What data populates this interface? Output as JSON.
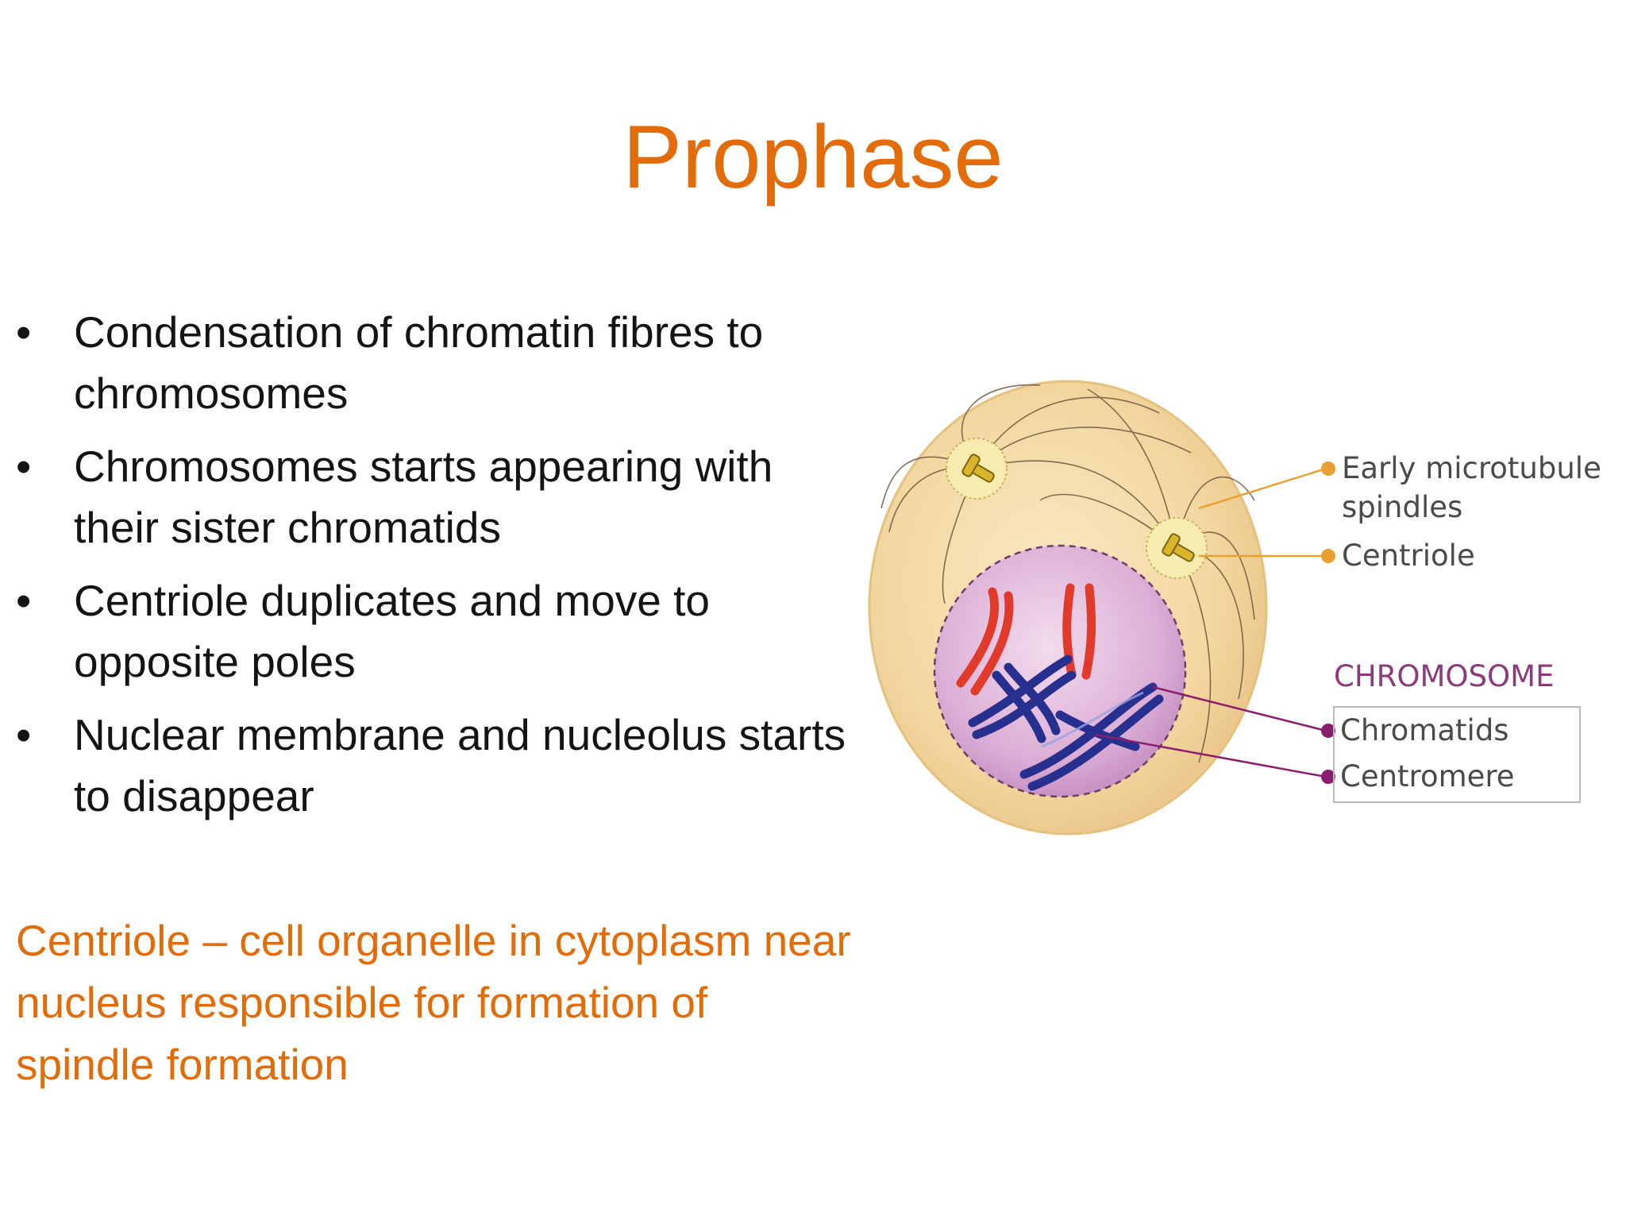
{
  "slide": {
    "title": "Prophase",
    "bullet_glyph": "•",
    "bullets": [
      {
        "text": "Condensation of chromatin fibres to chromosomes"
      },
      {
        "text": "Chromosomes starts appearing with their sister chromatids"
      },
      {
        "text": "Centriole duplicates and move to opposite poles"
      },
      {
        "text": "Nuclear membrane and nucleolus starts to disappear"
      }
    ],
    "note": "Centriole – cell organelle in cytoplasm near nucleus responsible for formation of spindle formation"
  },
  "figure": {
    "labels": {
      "spindles_line1": "Early microtubule",
      "spindles_line2": "spindles",
      "centriole": "Centriole",
      "chromosome_heading": "CHROMOSOME",
      "chromatids": "Chromatids",
      "centromere": "Centromere"
    }
  },
  "colors": {
    "title": "#e36c0a",
    "body_text": "#141414",
    "note_text": "#e36c0a",
    "cell_fill": "#f3d7a0",
    "nucleus_fill": "#d8a7d0",
    "chromosome_red": "#e03a2a",
    "chromosome_blue": "#27308f",
    "label_dot_orange": "#e8a030",
    "label_dot_purple": "#8a1e6e"
  }
}
